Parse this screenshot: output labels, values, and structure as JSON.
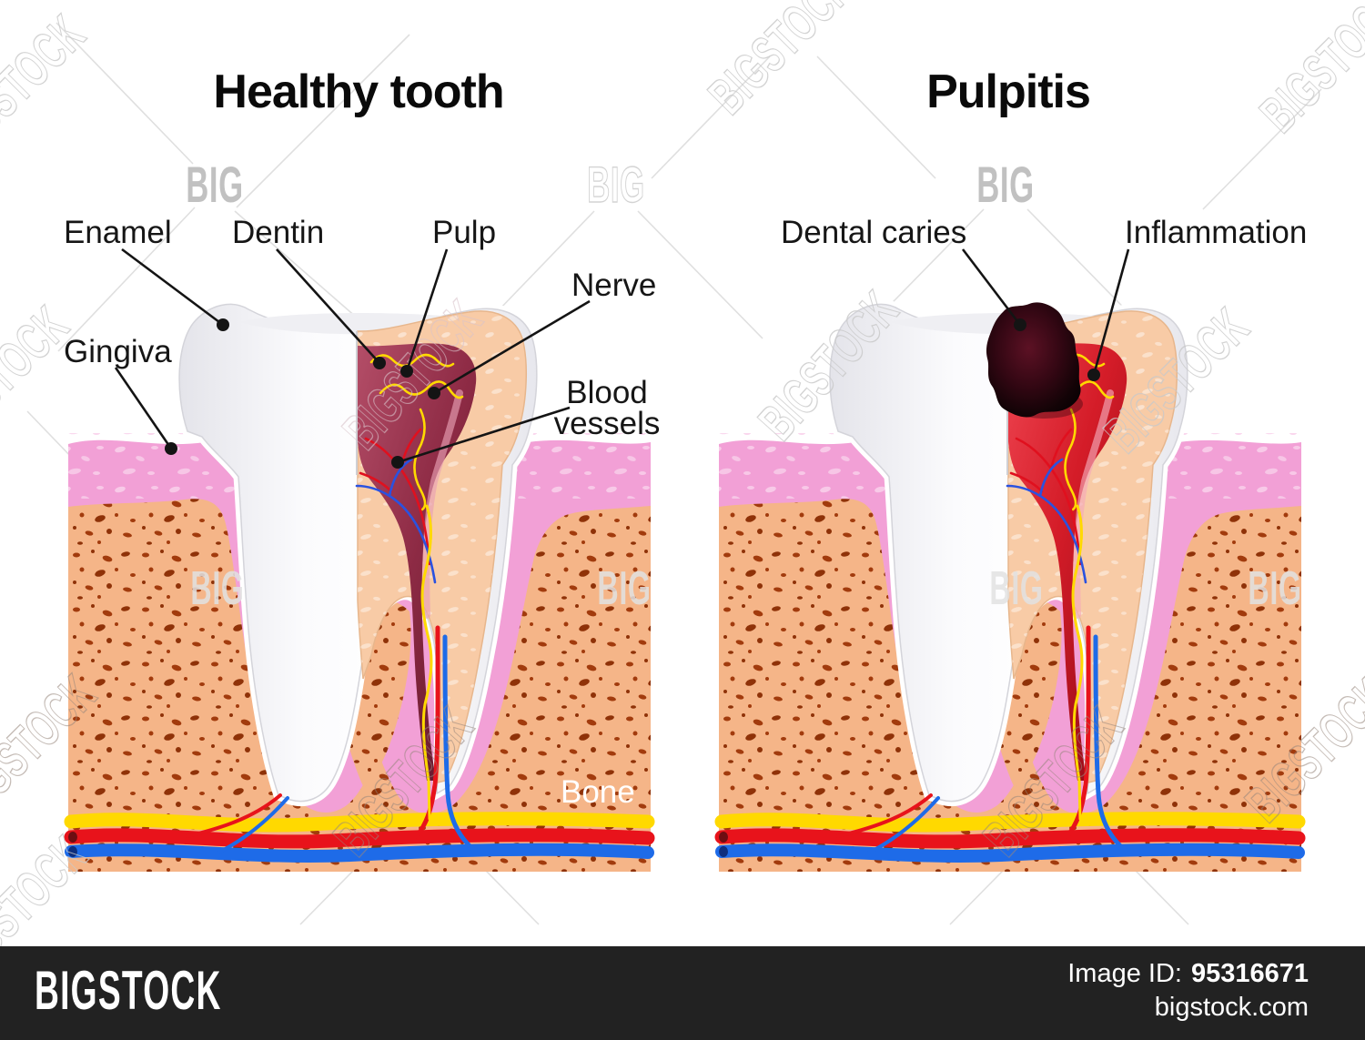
{
  "panels": {
    "healthy": {
      "title": "Healthy tooth",
      "labels": {
        "enamel": "Enamel",
        "dentin": "Dentin",
        "pulp": "Pulp",
        "nerve": "Nerve",
        "blood_vessels_line1": "Blood",
        "blood_vessels_line2": "vessels",
        "gingiva": "Gingiva",
        "bone": "Bone"
      }
    },
    "pulpitis": {
      "title": "Pulpitis",
      "labels": {
        "dental_caries": "Dental caries",
        "inflammation": "Inflammation"
      }
    }
  },
  "watermark": {
    "short_text": "BIG",
    "full_text": "BIGSTOCK"
  },
  "footer": {
    "logo_text": "BIGSTOCK",
    "image_id_label": "Image ID:",
    "image_id_value": "95316671",
    "website": "bigstock.com",
    "background": "#222222",
    "text_color": "#FFFFFF"
  },
  "colors": {
    "bone": "#F5B588",
    "bone_speckle": "#A23B0D",
    "gingiva": "#F2A0D6",
    "tooth_enamel": "#F4F4F6",
    "dentin": "#F8CBA6",
    "pulp_healthy": "#8E2B45",
    "pulp_inflamed": "#D41C28",
    "caries": "#180508",
    "nerve_yellow": "#FFD900",
    "artery_red": "#E8131B",
    "vein_blue": "#1E6BE8",
    "label_text": "#161616",
    "watermark_gray": "#BDBDBD"
  }
}
